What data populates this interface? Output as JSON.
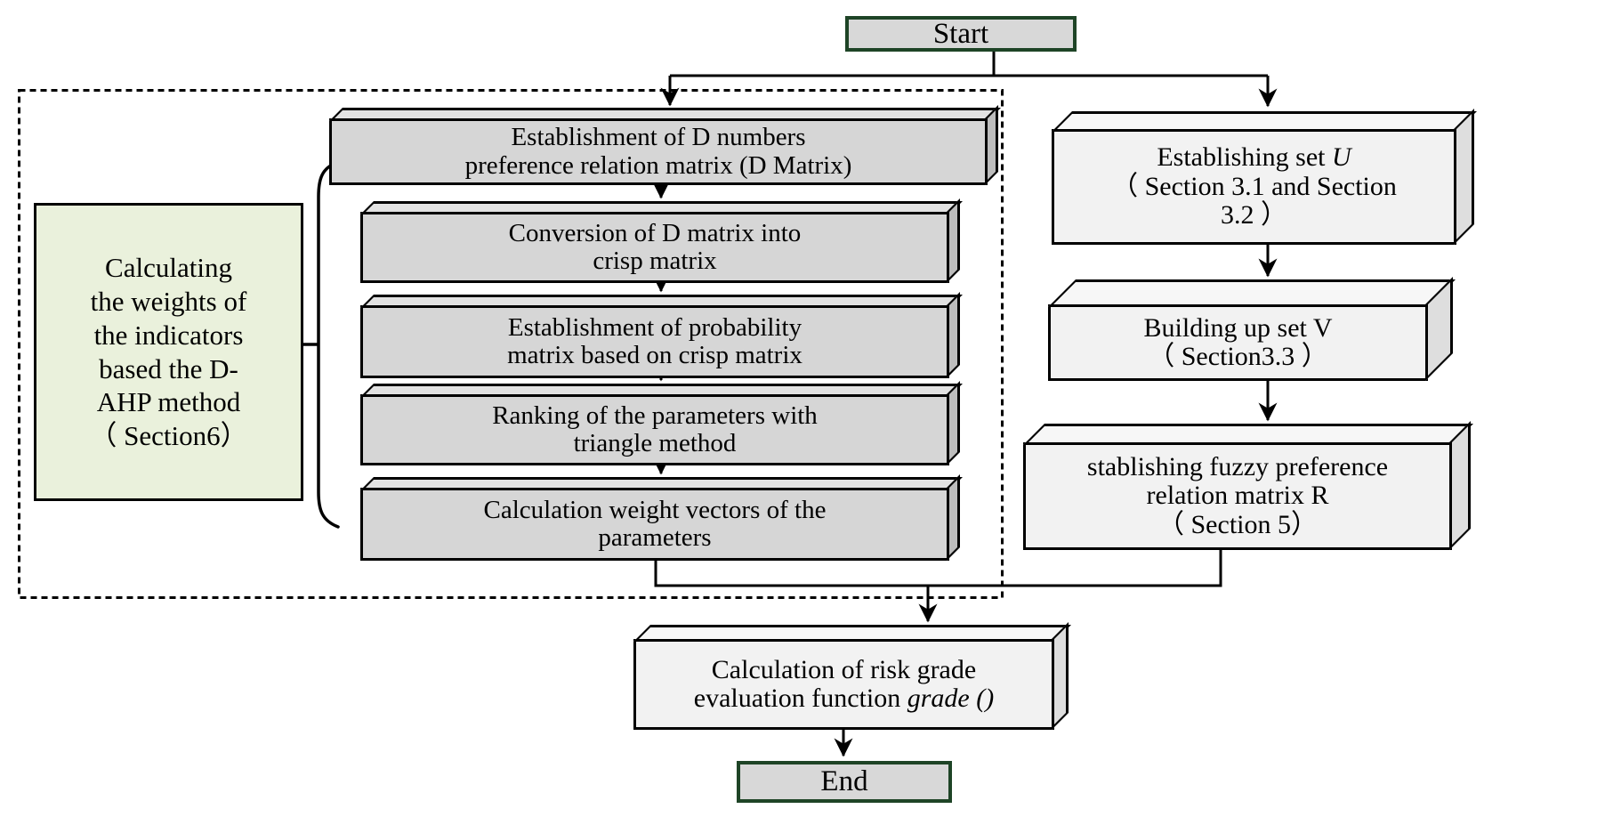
{
  "colors": {
    "step_gray_fill": "#d6d6d6",
    "step_light_fill": "#f2f2f2",
    "group_label_fill": "#eaf1dc",
    "terminal_fill": "#d8d8d8",
    "terminal_border_green": "#1e4426",
    "line_black": "#000000"
  },
  "start": {
    "label": "Start"
  },
  "end": {
    "label": "End"
  },
  "dahp_group": {
    "label_lines": [
      "Calculating",
      "the weights of",
      "the indicators",
      "based the D-",
      "AHP method",
      "（ Section6）"
    ],
    "steps": [
      {
        "line1": "Establishment of D numbers",
        "line2": "preference relation matrix (D Matrix)"
      },
      {
        "line1": "Conversion of D matrix into",
        "line2": "crisp matrix"
      },
      {
        "line1": "Establishment of probability",
        "line2": "matrix based on crisp matrix"
      },
      {
        "line1": "Ranking of the parameters with",
        "line2": "triangle method"
      },
      {
        "line1": "Calculation weight vectors of the",
        "line2": "parameters"
      }
    ]
  },
  "fuzzy_branch": {
    "set_u": {
      "line1_text": "Establishing set ",
      "line1_var": "U",
      "line2": "（ Section 3.1 and Section",
      "line3": "3.2 ）"
    },
    "set_v": {
      "line1": "Building up set V",
      "line2": "（ Section3.3 ）"
    },
    "matrix_r": {
      "line1": "stablishing fuzzy preference",
      "line2": "relation matrix R",
      "line3": "（ Section 5）"
    }
  },
  "grade_step": {
    "line1": "Calculation of risk grade",
    "line2_text": "evaluation function ",
    "line2_var": "grade ()"
  }
}
